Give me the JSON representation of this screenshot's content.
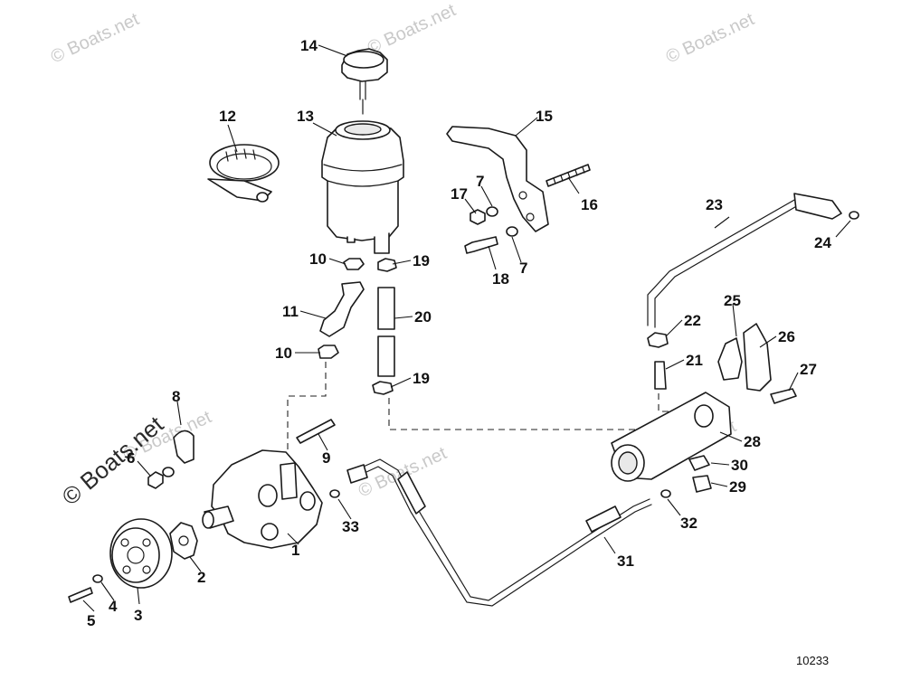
{
  "diagram": {
    "figure_number": "10233",
    "watermarks": [
      "© Boats.net",
      "© Boats.net",
      "© Boats.net",
      "© Boats.net",
      "© Boats.net",
      "© Boats.net"
    ],
    "side_watermark": "© Boats.net",
    "callouts": [
      "1",
      "2",
      "3",
      "4",
      "5",
      "6",
      "7",
      "7",
      "8",
      "9",
      "10",
      "10",
      "11",
      "12",
      "13",
      "14",
      "15",
      "16",
      "17",
      "18",
      "19",
      "19",
      "20",
      "21",
      "22",
      "23",
      "24",
      "25",
      "26",
      "27",
      "28",
      "29",
      "30",
      "31",
      "32",
      "33"
    ]
  }
}
